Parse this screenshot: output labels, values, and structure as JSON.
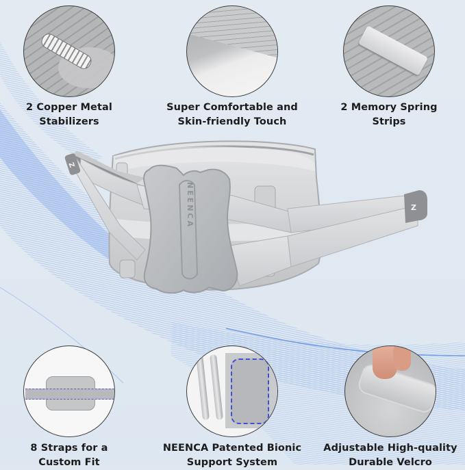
{
  "product": {
    "brand_mark": "NEENCA",
    "strap_logo": "Z"
  },
  "features": [
    {
      "id": "stabilizers",
      "caption_line1": "2 Copper Metal",
      "caption_line2": "Stabilizers",
      "icon": "metal-spring-stabilizer"
    },
    {
      "id": "comfort",
      "caption_line1": "Super Comfortable and",
      "caption_line2": "Skin-friendly Touch",
      "icon": "fabric-layer"
    },
    {
      "id": "spring-strips",
      "caption_line1": "2 Memory Spring",
      "caption_line2": "Strips",
      "icon": "metal-strip"
    },
    {
      "id": "straps",
      "caption_line1": "8 Straps for a",
      "caption_line2": "Custom Fit",
      "icon": "brace-straps-diagram"
    },
    {
      "id": "bionic",
      "caption_line1": "NEENCA Patented Bionic",
      "caption_line2": "Support System",
      "icon": "bionic-support-plate"
    },
    {
      "id": "velcro",
      "caption_line1": "Adjustable High-quality",
      "caption_line2": "Durable Velcro",
      "icon": "velcro-finger"
    }
  ],
  "colors": {
    "background": "#dfe8f1",
    "wave_blue": "#6f9be6",
    "brace_gray": "#c9cacc",
    "plate_gray": "#b9bcbf",
    "strap_tip": "#8e9094",
    "text": "#1c1c1c"
  }
}
